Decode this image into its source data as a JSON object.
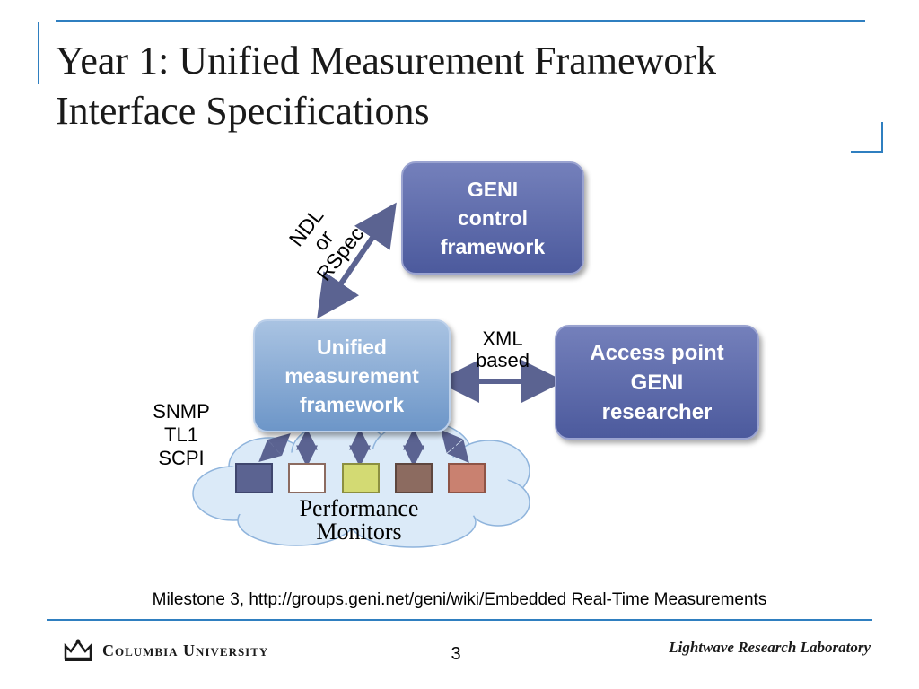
{
  "slide": {
    "title_line1": "Year 1: Unified Measurement Framework",
    "title_line2": "Interface Specifications",
    "page_number": "3"
  },
  "diagram": {
    "geni_box": [
      "GENI",
      "control",
      "framework"
    ],
    "umf_box": [
      "Unified",
      "measurement",
      "framework"
    ],
    "access_box": [
      "Access point",
      "GENI",
      "researcher"
    ],
    "ndl_label": [
      "NDL",
      "or",
      "RSpec"
    ],
    "xml_label": [
      "XML",
      "based"
    ],
    "protocols_label": [
      "SNMP",
      "TL1",
      "SCPI"
    ],
    "cloud_label": [
      "Performance",
      "Monitors"
    ],
    "monitor_colors": [
      "#5b6391",
      "#ffffff",
      "#d3da73",
      "#8c6b60",
      "#c98170"
    ],
    "colors": {
      "dark_box": "#5a67a8",
      "light_box": "#7ea4d3",
      "arrow": "#5b6391",
      "cloud": "#dbeaf8",
      "accent_line": "#2f7fc0"
    }
  },
  "footer": {
    "milestone": "Milestone 3,  http://groups.geni.net/geni/wiki/Embedded Real-Time Measurements",
    "university": "Columbia University",
    "lab": "Lightwave Research Laboratory",
    "logo_icon": "crown-icon"
  }
}
